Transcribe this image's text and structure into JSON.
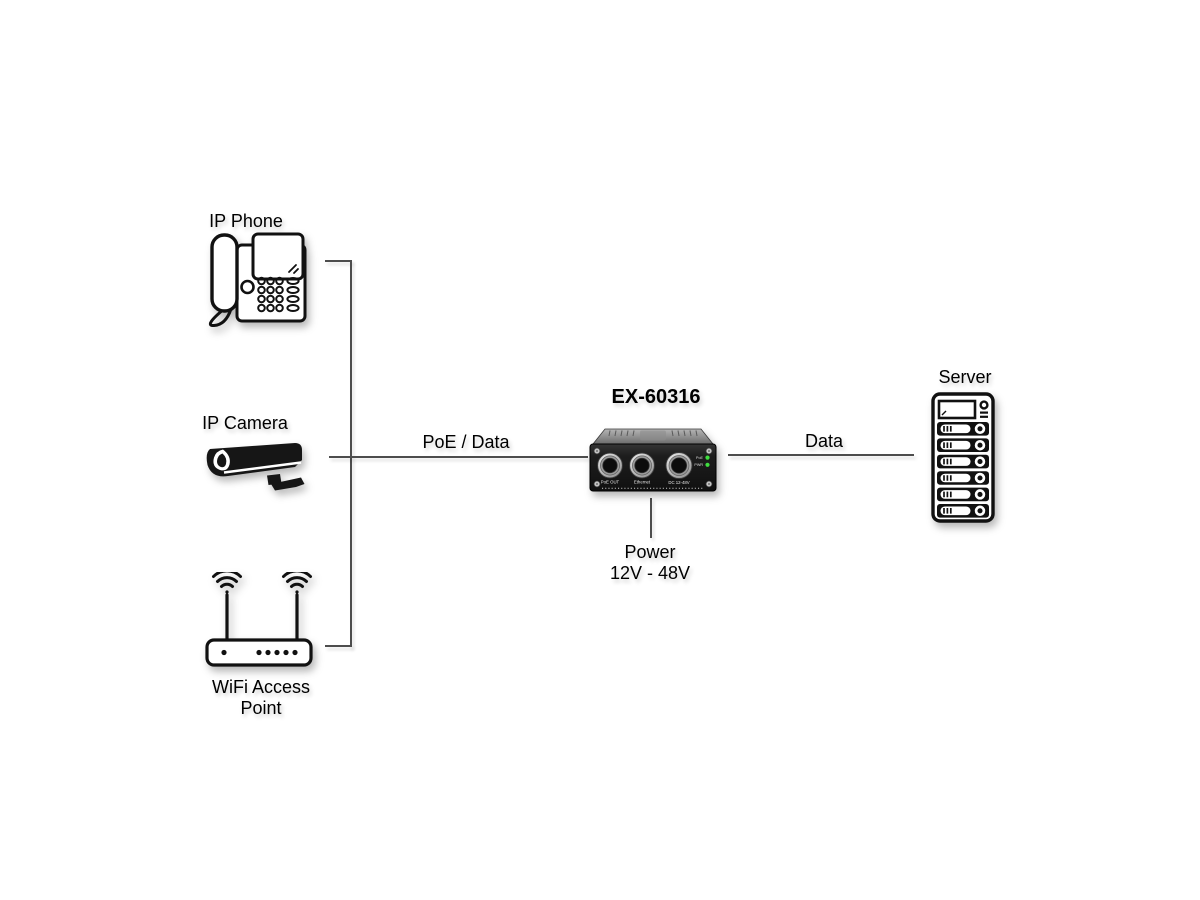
{
  "diagram": {
    "device": {
      "model": "EX-60316",
      "front_panel": {
        "ports": [
          "PoE OUT",
          "Ethernet",
          "DC 12-48V"
        ],
        "leds": [
          {
            "label": "PoE",
            "color": "#3fdd3f"
          },
          {
            "label": "PWR",
            "color": "#3fdd3f"
          }
        ]
      }
    },
    "nodes": {
      "ip_phone": {
        "label": "IP Phone"
      },
      "ip_camera": {
        "label": "IP Camera"
      },
      "wifi_access_point": {
        "label_line1": "WiFi Access",
        "label_line2": "Point"
      },
      "server": {
        "label": "Server"
      }
    },
    "connections": {
      "poe_data_label": "PoE / Data",
      "data_label": "Data",
      "power_label_line1": "Power",
      "power_label_line2": "12V - 48V"
    },
    "colors": {
      "line": "#4d4d4d",
      "text": "#000000",
      "background": "#ffffff"
    }
  }
}
